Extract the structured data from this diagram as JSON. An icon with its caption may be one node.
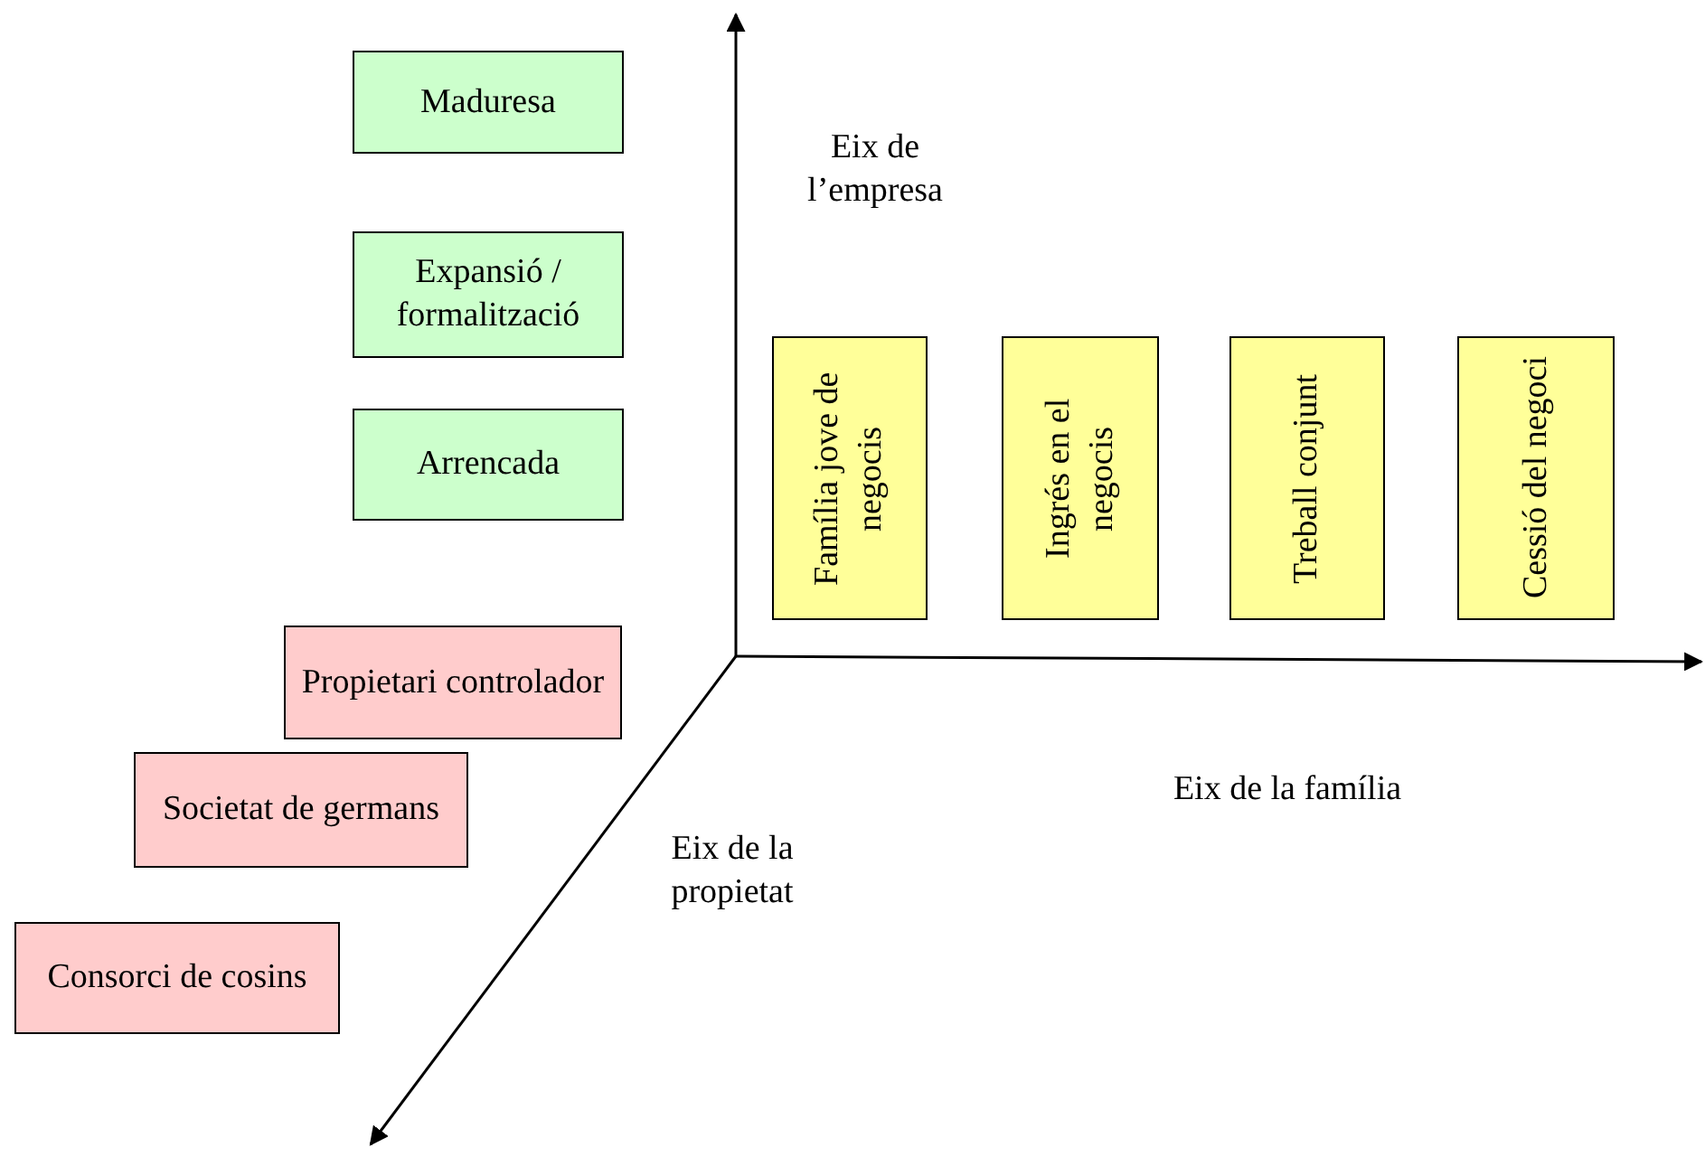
{
  "diagram": {
    "nodes": [
      {
        "text": [
          "Maduresa"
        ]
      },
      {
        "text": [
          "Expansió / formalització"
        ]
      },
      {
        "text": [
          "Arrencada"
        ]
      },
      {
        "text": [
          "Família jove de negocis"
        ]
      },
      {
        "text": [
          "Ingrés en el negocis"
        ]
      },
      {
        "text": [
          "Treball conjunt"
        ]
      },
      {
        "text": [
          "Cessió del negoci"
        ]
      },
      {
        "text": [
          "Propietari controlador"
        ]
      },
      {
        "text": [
          "Societat de germans"
        ]
      },
      {
        "text": [
          "Consorci de cosins"
        ]
      }
    ],
    "labels": [
      "Eix de l’empresa",
      "Eix de la família",
      "Eix de la propietat"
    ]
  }
}
